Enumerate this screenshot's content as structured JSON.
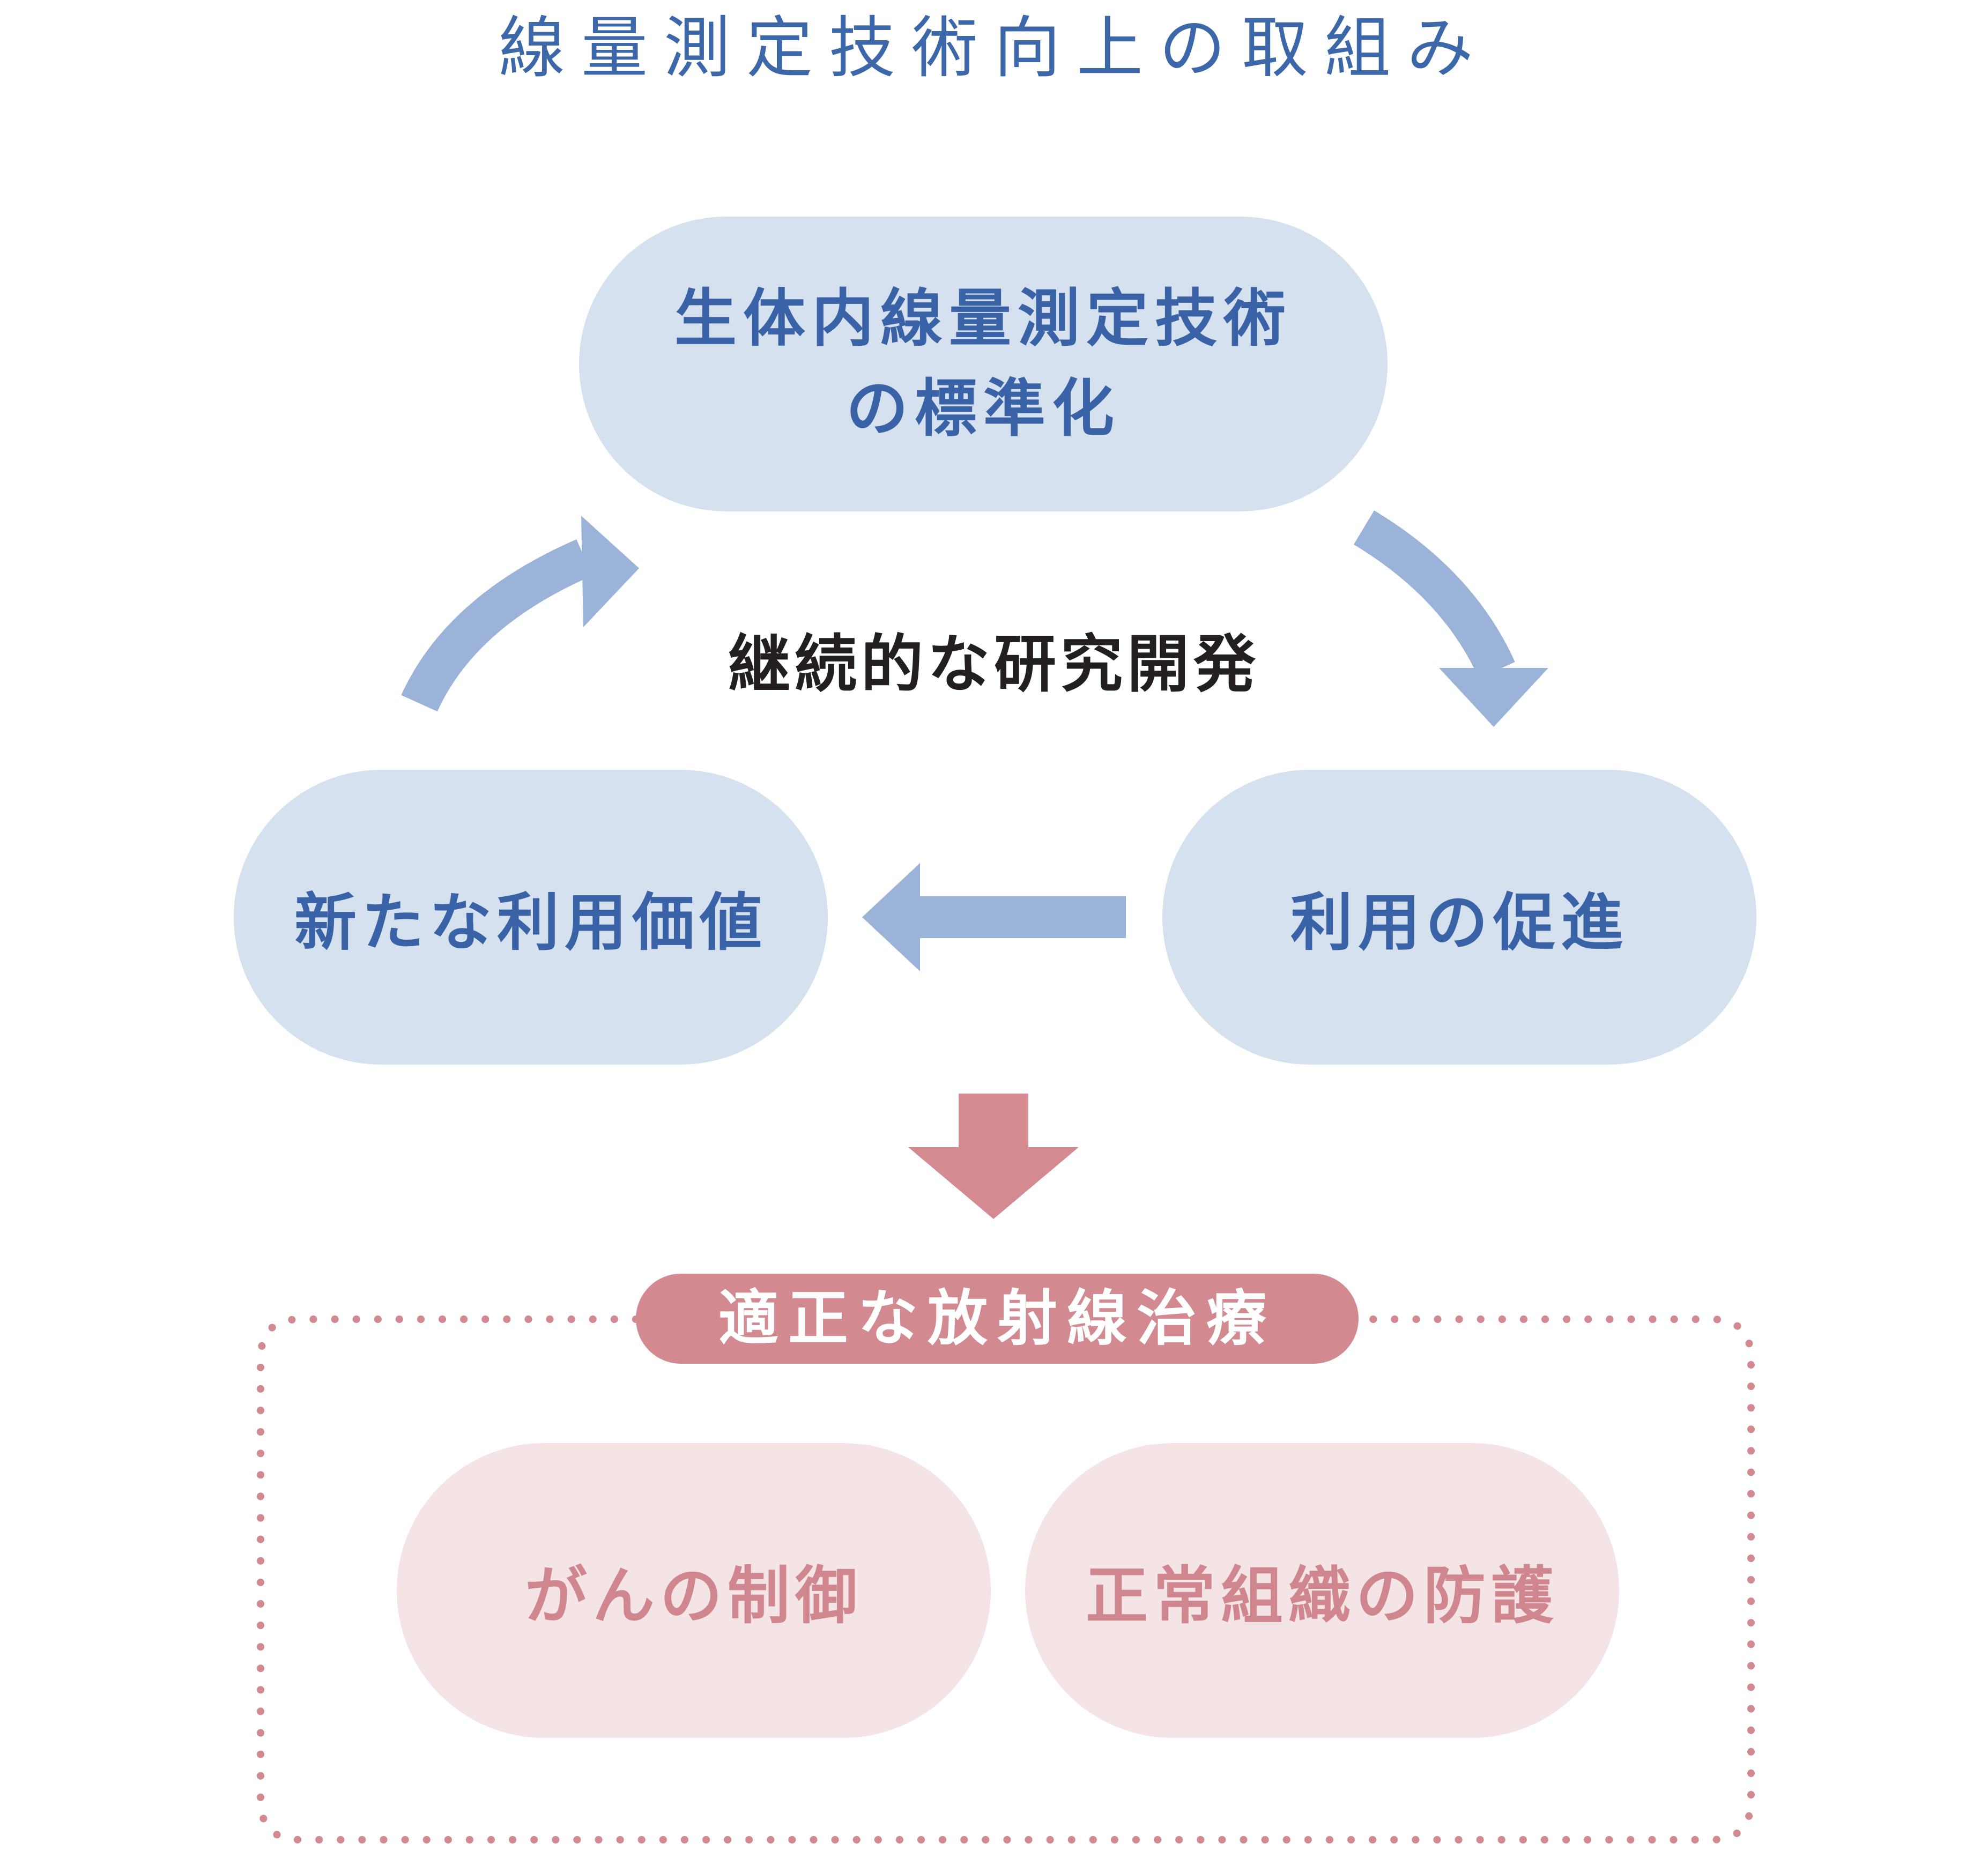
{
  "title": "線量測定技術向上の取組み",
  "cycle": {
    "top_line1": "生体内線量測定技術",
    "top_line2": "の標準化",
    "right": "利用の促進",
    "left": "新たな利用価値",
    "center": "継続的な研究開発"
  },
  "outcome": {
    "tag": "適正な放射線治療",
    "items": [
      "がんの制御",
      "正常組織の防護"
    ]
  },
  "colors": {
    "title_text": "#3c67a8",
    "pill_blue_bg": "#d6e1ef",
    "pill_blue_text": "#3a62a6",
    "arrow_blue": "#9bb3d8",
    "arrow_pink": "#d38a91",
    "pill_pink_bg": "#f4e4e6",
    "pill_pink_text": "#d0868e",
    "dotted_border": "#d28990",
    "center_text": "#231f20"
  }
}
